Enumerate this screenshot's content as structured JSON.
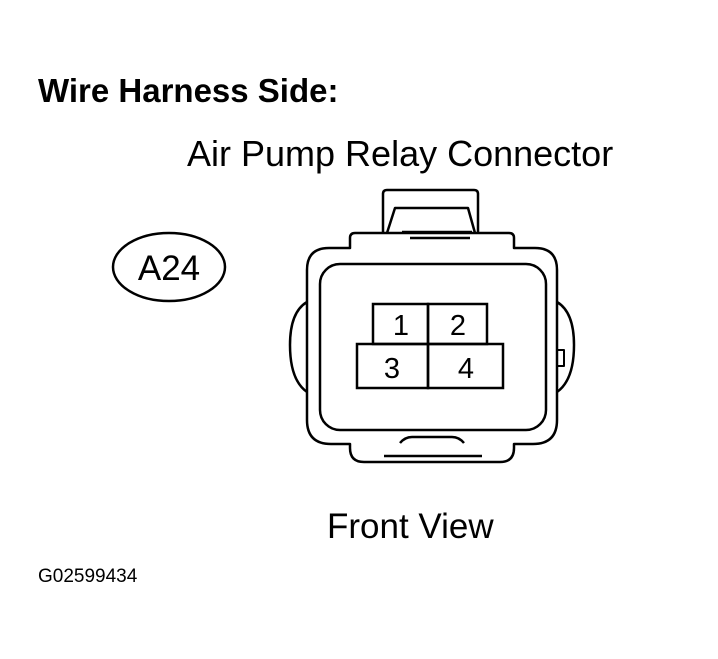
{
  "heading": "Wire Harness Side:",
  "connector_name": "Air Pump Relay Connector",
  "connector_id": "A24",
  "pins": [
    "1",
    "2",
    "3",
    "4"
  ],
  "view_label": "Front View",
  "figure_code": "G02599434"
}
